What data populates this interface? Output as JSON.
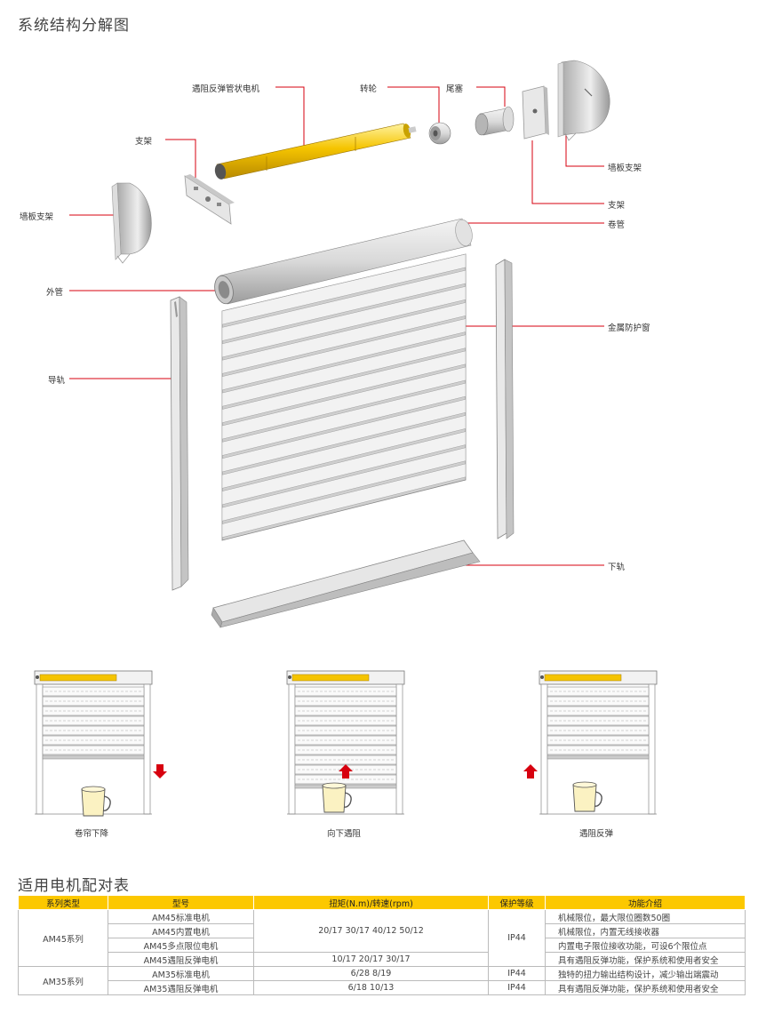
{
  "section_titles": {
    "exploded": "系统结构分解图",
    "table": "适用电机配对表"
  },
  "labels": {
    "motor": "遇阻反弹管状电机",
    "wheel": "转轮",
    "tail_plug": "尾塞",
    "bracket_left": "支架",
    "wall_bracket_left": "墙板支架",
    "wall_bracket_right": "墙板支架",
    "bracket_right": "支架",
    "roll_tube": "卷管",
    "outer_tube": "外管",
    "metal_shutter": "金属防护窗",
    "guide_rail": "导轨",
    "bottom_rail": "下轨"
  },
  "demos": [
    {
      "caption": "卷帘下降",
      "arrow": "down"
    },
    {
      "caption": "向下遇阻",
      "arrow": "up"
    },
    {
      "caption": "遇阻反弹",
      "arrow": "up"
    }
  ],
  "colors": {
    "accent_red": "#d7000f",
    "header_yellow": "#fcc800",
    "motor_yellow": "#f5c400"
  },
  "table": {
    "headers": [
      "系列类型",
      "型号",
      "扭矩(N.m)/转速(rpm)",
      "保护等级",
      "功能介绍"
    ],
    "groups": [
      {
        "series": "AM45系列",
        "models": [
          "AM45标准电机",
          "AM45内置电机",
          "AM45多点限位电机",
          "AM45遇阻反弹电机"
        ],
        "torque_a": "20/17 30/17 40/12 50/12",
        "torque_b": "10/17 20/17 30/17",
        "protection": "IP44",
        "functions": [
          "机械限位，最大限位圈数50圈",
          "机械限位，内置无线接收器",
          "内置电子限位接收功能，可设6个限位点",
          "具有遇阻反弹功能，保护系统和使用者安全"
        ]
      },
      {
        "series": "AM35系列",
        "models": [
          "AM35标准电机",
          "AM35遇阻反弹电机"
        ],
        "torques": [
          "6/28 8/19",
          "6/18 10/13"
        ],
        "protections": [
          "IP44",
          "IP44"
        ],
        "functions": [
          "独特的扭力输出结构设计，减少输出端震动",
          "具有遇阻反弹功能，保护系统和使用者安全"
        ]
      }
    ]
  }
}
